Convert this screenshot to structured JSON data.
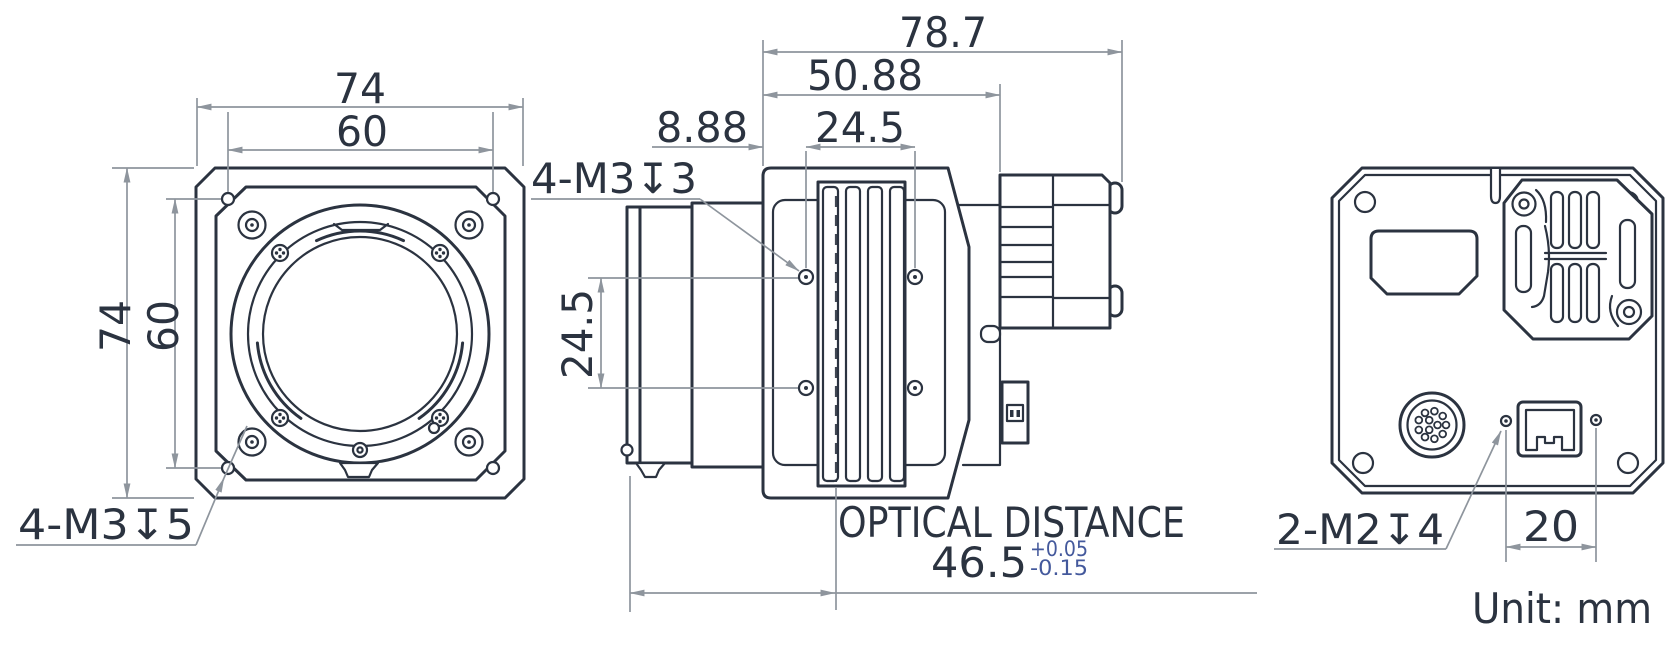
{
  "unit_label": "Unit: mm",
  "front_view": {
    "dim_width_outer": "74",
    "dim_width_inner": "60",
    "dim_height_outer": "74",
    "dim_height_inner": "60",
    "mount_hole_label": "4-M3↧5"
  },
  "side_view": {
    "dim_overall_length": "78.7",
    "dim_upper_length": "50.88",
    "dim_front_offset": "8.88",
    "dim_hole_spacing_top": "24.5",
    "dim_hole_spacing_side": "24.5",
    "mount_hole_label": "4-M3↧3",
    "optical_distance_label": "OPTICAL DISTANCE",
    "optical_distance_value": "46.5",
    "tolerance_plus": "+0.05",
    "tolerance_minus": "-0.15"
  },
  "back_view": {
    "dim_screw_spacing": "20",
    "mount_hole_label": "2-M2↧4"
  },
  "colors": {
    "drawing_line": "#2b3340",
    "dimension_line": "#8e959d",
    "tolerance_text": "#44599c"
  }
}
